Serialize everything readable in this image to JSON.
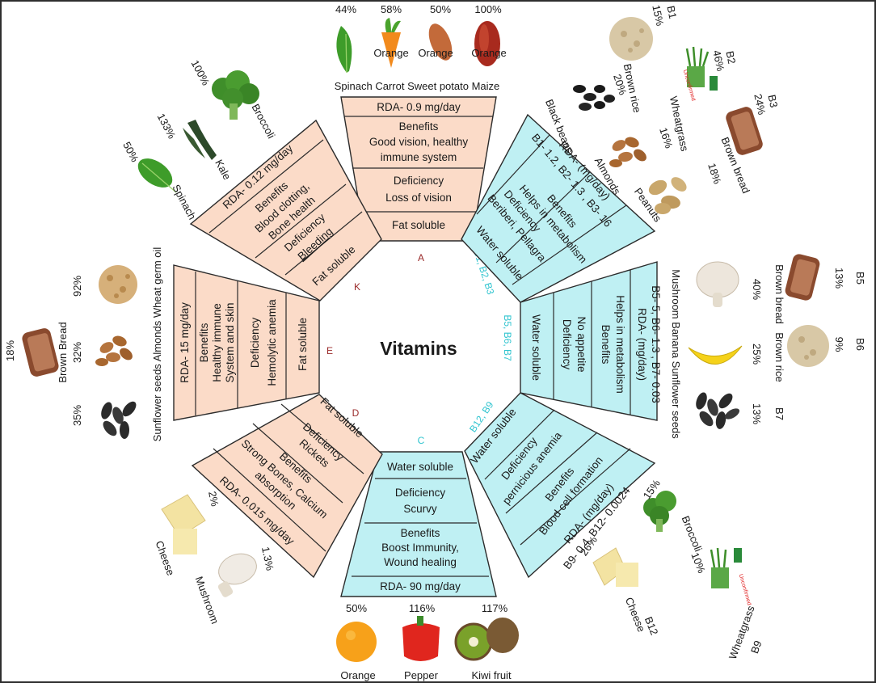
{
  "title": "Vitamins",
  "colors": {
    "fat_soluble_fill": "#fbdbc8",
    "water_soluble_fill": "#bff0f3",
    "fat_label": "#9a2a2a",
    "water_label": "#2fc4cf",
    "unconfirmed": "#e02020"
  },
  "vitamins": {
    "A": {
      "label": "A",
      "rda": "RDA- 0.9 mg/day",
      "benefits_head": "Benefits",
      "benefits_1": "Good vision, healthy",
      "benefits_2": "immune system",
      "deficiency_head": "Deficiency",
      "deficiency_1": "Loss of vision",
      "solubility": "Fat soluble"
    },
    "B123": {
      "label": "B1, B2, B3",
      "rda_1": "RDA- (mg/day)",
      "rda_2": "B1- 1.2, B2- 1.3 , B3- 16",
      "benefits_head": "Benefits",
      "benefits_1": "Helps in metabolism",
      "deficiency_head": "Deficiency",
      "deficiency_1": "Beriberi, Pellagra",
      "solubility": "Water soluble"
    },
    "B567": {
      "label": "B5, B6, B7",
      "rda_1": "RDA- (mg/day)",
      "rda_2": "B5- 5, B6- 1.3 , B7- 0.03",
      "benefits_head": "Benefits",
      "benefits_1": "Helps in metabolism",
      "deficiency_head": "Deficiency",
      "deficiency_1": "No appetite",
      "solubility": "Water soluble"
    },
    "B129": {
      "label": "B12, B9",
      "rda_1": "RDA- (mg/day)",
      "rda_2": "B9- 0.4, B12- 0.0024",
      "benefits_head": "Benefits",
      "benefits_1": "Blood cell formation",
      "deficiency_head": "Deficiency",
      "deficiency_1": "pernicious anemia",
      "solubility": "Water soluble"
    },
    "C": {
      "label": "C",
      "rda": "RDA- 90 mg/day",
      "benefits_head": "Benefits",
      "benefits_1": "Boost Immunity,",
      "benefits_2": "Wound healing",
      "deficiency_head": "Deficiency",
      "deficiency_1": "Scurvy",
      "solubility": "Water soluble"
    },
    "D": {
      "label": "D",
      "rda": "RDA- 0.015 mg/day",
      "benefits_head": "Benefits",
      "benefits_1": "Strong Bones, Calcium",
      "benefits_2": "absorption",
      "deficiency_head": "Deficiency",
      "deficiency_1": "Rickets",
      "solubility": "Fat soluble"
    },
    "E": {
      "label": "E",
      "rda": "RDA- 15 mg/day",
      "benefits_head": "Benefits",
      "benefits_1": "Healthy immune",
      "benefits_2": "System  and skin",
      "deficiency_head": "Deficiency",
      "deficiency_1": "Hemolytic anemia",
      "solubility": "Fat soluble"
    },
    "K": {
      "label": "K",
      "rda": "RDA- 0.12 mg/day",
      "benefits_head": "Benefits",
      "benefits_1": "Blood clotting,",
      "benefits_2": "Bone health",
      "deficiency_head": "Deficiency",
      "deficiency_1": "Bleeding",
      "solubility": "Fat soluble"
    }
  },
  "foods": {
    "A": {
      "label_line": "Spinach Carrot  Sweet potato Maize",
      "items": [
        {
          "pct": "44%",
          "sub": ""
        },
        {
          "pct": "58%",
          "sub": "Orange"
        },
        {
          "pct": "50%",
          "sub": "Orange"
        },
        {
          "pct": "100%",
          "sub": "Orange"
        }
      ]
    },
    "B123": {
      "items": [
        {
          "name": "Brown rice",
          "pct": "15%",
          "tag": "B1"
        },
        {
          "name": "Wheatgrass",
          "pct": "46%",
          "tag": "B2",
          "note": "Unconfirmed"
        },
        {
          "name": "Brown bread",
          "pct": "24%",
          "tag": "B3"
        },
        {
          "name": "Black beans",
          "pct": "20%"
        },
        {
          "name": "Almonds",
          "pct": "16%"
        },
        {
          "name": "Peanuts",
          "pct": "18%"
        }
      ]
    },
    "B567": {
      "label_line": "Mushroom  Banana  Sunflower seeds",
      "items": [
        {
          "name": "Brown bread",
          "pct": "40%"
        },
        {
          "name": "Brown rice",
          "pct": "25%"
        },
        {
          "pct": "13%",
          "tag": "B5"
        },
        {
          "pct": "9%",
          "tag": "B6"
        },
        {
          "pct": "13%",
          "tag": "B7"
        }
      ]
    },
    "B129": {
      "items": [
        {
          "name": "Broccoli",
          "pct": "15%"
        },
        {
          "name": "Wheatgrass",
          "pct": "10%",
          "tag": "B9",
          "note": "Unconfirmed"
        },
        {
          "name": "Cheese",
          "pct": "26%",
          "tag": "B12"
        }
      ]
    },
    "C": {
      "items": [
        {
          "name": "Orange",
          "pct": "50%"
        },
        {
          "name": "Pepper",
          "pct": "116%"
        },
        {
          "name": "Kiwi fruit",
          "pct": "117%"
        }
      ]
    },
    "D": {
      "items": [
        {
          "name": "Cheese",
          "pct": "2%"
        },
        {
          "name": "Mushroom",
          "pct": "1.3%"
        }
      ]
    },
    "E": {
      "label_line": "Sunflower seeds  Almonds Wheat germ oil",
      "side_name": "Brown Bread",
      "items": [
        {
          "pct": "92%"
        },
        {
          "pct": "32%"
        },
        {
          "pct": "35%"
        },
        {
          "pct": "18%"
        }
      ]
    },
    "K": {
      "items": [
        {
          "name": "Spinach",
          "pct": "50%"
        },
        {
          "name": "Kale",
          "pct": "133%"
        },
        {
          "name": "Broccoli",
          "pct": "100%"
        }
      ]
    }
  }
}
